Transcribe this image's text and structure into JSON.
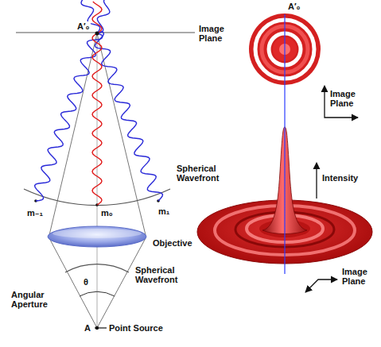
{
  "diagram": {
    "labels": [
      "A′₀",
      "Image Plane",
      "Spherical Wavefront",
      "m₋₁",
      "m₀",
      "m₁",
      "Objective",
      "Angular Aperture",
      "θ",
      "Spherical Wavefront",
      "A",
      "Point Source",
      "A′₀",
      "Image Plane",
      "Intensity",
      "Image Plane"
    ]
  }
}
